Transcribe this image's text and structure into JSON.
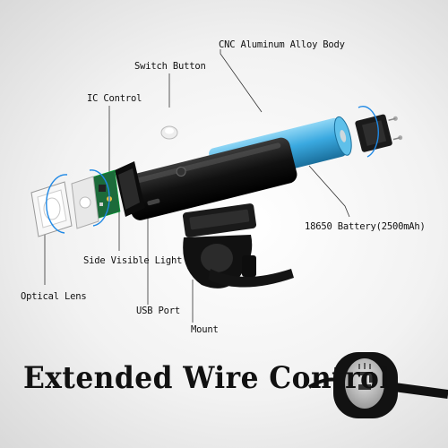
{
  "callouts": {
    "body": "CNC Aluminum Alloy Body",
    "switch": "Switch Button",
    "ic": "IC Control",
    "battery": "18650 Battery(2500mAh)",
    "side_light": "Side Visible Light",
    "lens": "Optical Lens",
    "usb": "USB Port",
    "mount": "Mount"
  },
  "headline": "Extended Wire Control",
  "colors": {
    "battery": "#3aa9e0",
    "body": "#111111",
    "background": "#f2f2f2"
  }
}
